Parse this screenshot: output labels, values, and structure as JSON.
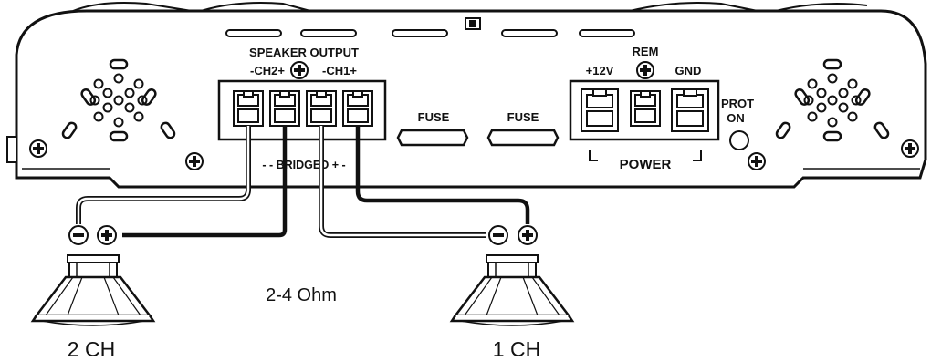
{
  "labels": {
    "speaker_output": "SPEAKER OUTPUT",
    "ch2": "-CH2+",
    "ch1": "-CH1+",
    "bridged": "- - BRIDGED + -",
    "fuse_1": "FUSE",
    "fuse_2": "FUSE",
    "plus12v": "+12V",
    "rem": "REM",
    "gnd": "GND",
    "power": "POWER",
    "prot": "PROT",
    "on": "ON",
    "impedance": "2-4 Ohm",
    "speaker_left": "2 CH",
    "speaker_right": "1 CH"
  },
  "icons": {
    "screw": "phillips-screw-icon",
    "minus": "minus-terminal-icon",
    "plus": "plus-terminal-icon",
    "speaker": "speaker-icon",
    "fan_grille": "vent-grille-icon",
    "led": "protection-led-icon"
  }
}
